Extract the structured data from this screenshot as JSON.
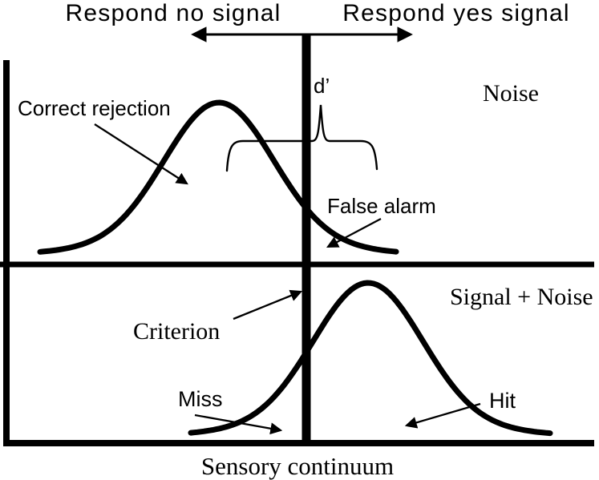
{
  "header": {
    "respond_no_label": "Respond no signal",
    "respond_yes_label": "Respond yes signal"
  },
  "panels": {
    "top": {
      "distribution_label": "Noise"
    },
    "bottom": {
      "distribution_label": "Signal + Noise"
    }
  },
  "annotations": {
    "d_prime": "d’",
    "correct_rejection": "Correct rejection",
    "false_alarm": "False alarm",
    "criterion": "Criterion",
    "miss": "Miss",
    "hit": "Hit"
  },
  "axis": {
    "x_label": "Sensory continuum"
  },
  "colors": {
    "ink": "#000000",
    "background": "#ffffff"
  }
}
